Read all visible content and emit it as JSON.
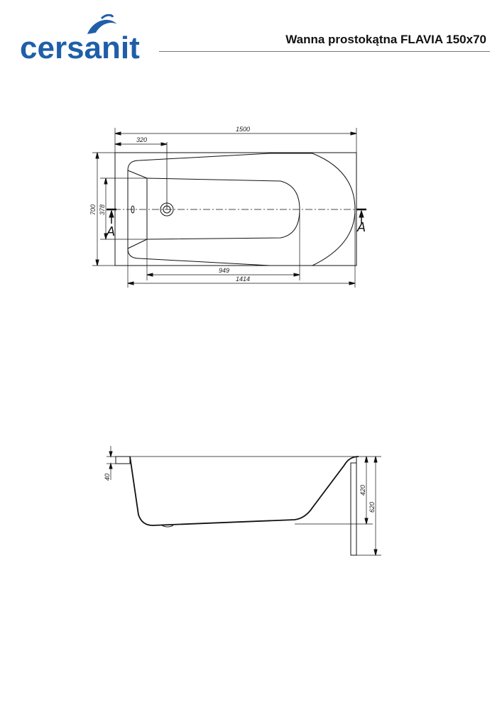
{
  "header": {
    "brand": "cersanit",
    "brand_color": "#1f5fa8",
    "logo_icon": "dolphin-icon",
    "title": "Wanna prostokątna FLAVIA 150x70"
  },
  "top_view": {
    "dimensions": {
      "overall_length": "1500",
      "drain_offset": "320",
      "overall_width": "700",
      "inner_width": "378",
      "bottom_length": "949",
      "inner_length": "1414"
    },
    "section_marker_left": "A",
    "section_marker_right": "A"
  },
  "side_view": {
    "dimensions": {
      "rim_thickness": "40",
      "depth": "420",
      "total_height": "620"
    }
  }
}
